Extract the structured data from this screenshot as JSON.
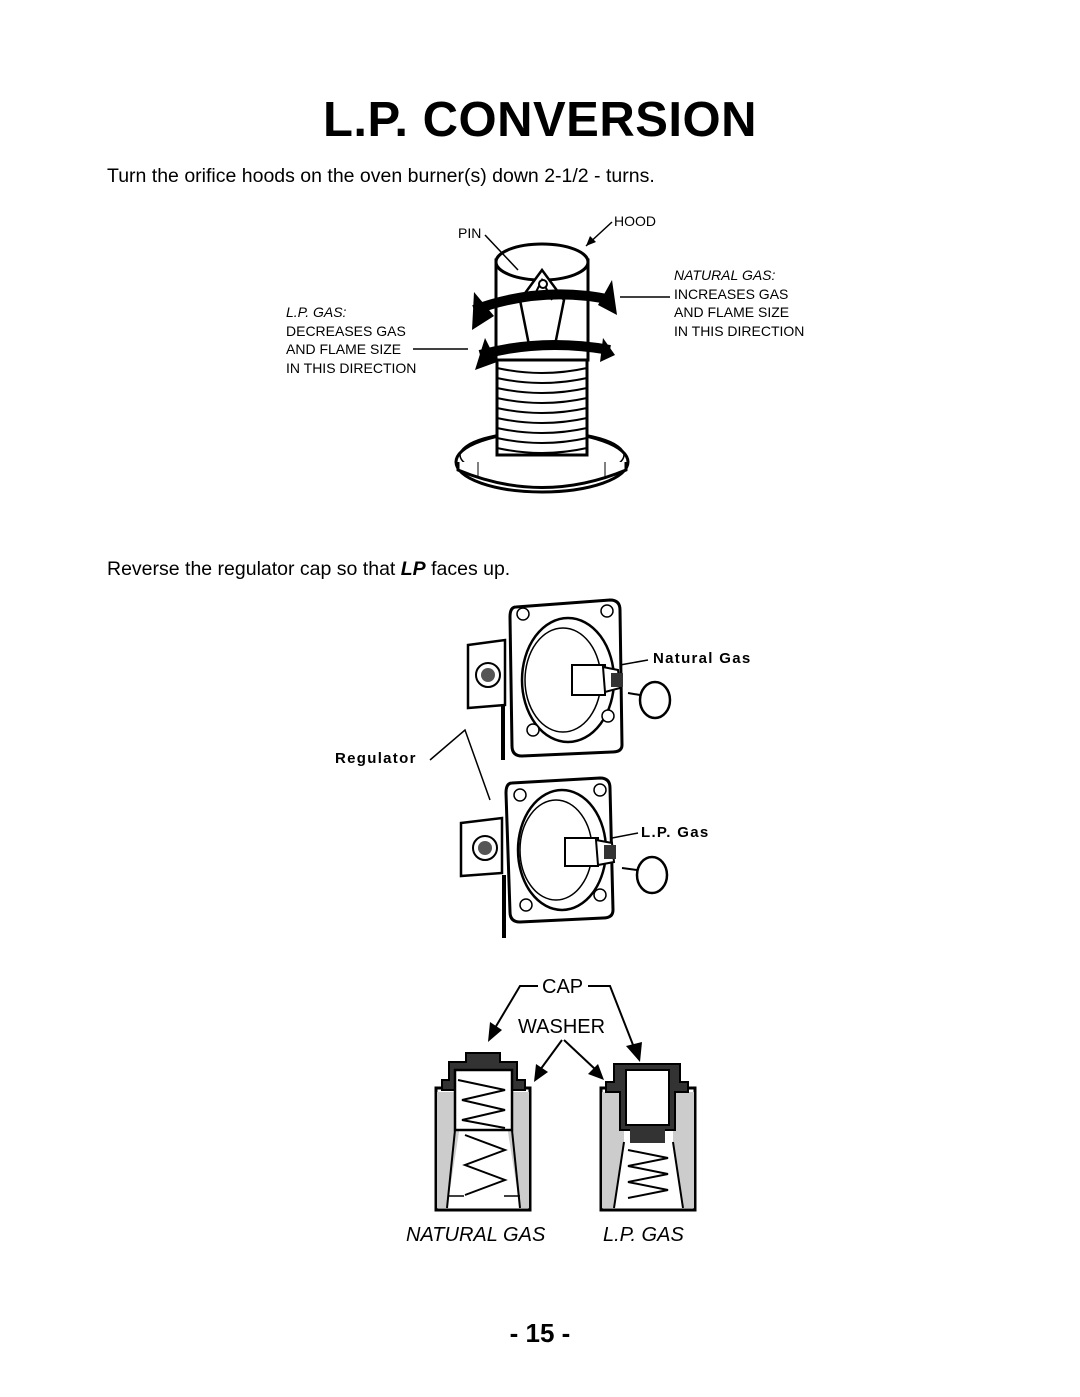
{
  "page": {
    "title": "L.P. CONVERSION",
    "page_number": "- 15 -"
  },
  "step1": {
    "instruction": "Turn the orifice hoods on the oven burner(s) down 2-1/2 - turns.",
    "labels": {
      "pin": "PIN",
      "hood": "HOOD",
      "lp_gas_heading": "L.P. GAS:",
      "lp_gas_line1": "DECREASES GAS",
      "lp_gas_line2": "AND FLAME SIZE",
      "lp_gas_line3": "IN THIS DIRECTION",
      "natural_gas_heading": "NATURAL GAS:",
      "natural_gas_line1": "INCREASES GAS",
      "natural_gas_line2": "AND FLAME SIZE",
      "natural_gas_line3": "IN THIS DIRECTION"
    }
  },
  "step2": {
    "instruction_before": "Reverse the regulator cap so that ",
    "instruction_emphasis": "LP",
    "instruction_after": " faces up.",
    "labels": {
      "natural_gas": "Natural Gas",
      "regulator": "Regulator",
      "lp_gas": "L.P. Gas"
    }
  },
  "cap_diagram": {
    "cap": "CAP",
    "washer": "WASHER",
    "natural_gas": "NATURAL GAS",
    "lp_gas": "L.P. GAS"
  }
}
